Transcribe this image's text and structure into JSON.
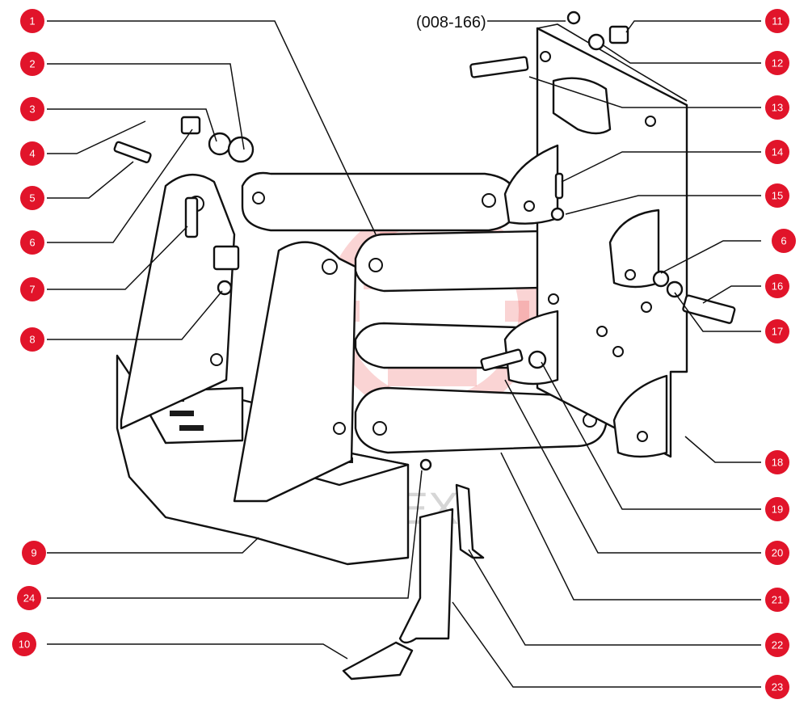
{
  "reference_label": "(008-166)",
  "watermark_text": "ИНТЕХ",
  "colors": {
    "callout": "#e1142a",
    "watermark": "#e83a3a",
    "line": "#111111"
  },
  "callouts": [
    {
      "id": "1",
      "label": "1"
    },
    {
      "id": "2",
      "label": "2"
    },
    {
      "id": "3",
      "label": "3"
    },
    {
      "id": "4",
      "label": "4"
    },
    {
      "id": "5",
      "label": "5"
    },
    {
      "id": "6a",
      "label": "6"
    },
    {
      "id": "6b",
      "label": "6"
    },
    {
      "id": "7",
      "label": "7"
    },
    {
      "id": "8",
      "label": "8"
    },
    {
      "id": "9",
      "label": "9"
    },
    {
      "id": "10",
      "label": "10"
    },
    {
      "id": "11",
      "label": "11"
    },
    {
      "id": "12",
      "label": "12"
    },
    {
      "id": "13",
      "label": "13"
    },
    {
      "id": "14",
      "label": "14"
    },
    {
      "id": "15",
      "label": "15"
    },
    {
      "id": "16",
      "label": "16"
    },
    {
      "id": "17",
      "label": "17"
    },
    {
      "id": "18",
      "label": "18"
    },
    {
      "id": "19",
      "label": "19"
    },
    {
      "id": "20",
      "label": "20"
    },
    {
      "id": "21",
      "label": "21"
    },
    {
      "id": "22",
      "label": "22"
    },
    {
      "id": "23",
      "label": "23"
    },
    {
      "id": "24",
      "label": "24"
    }
  ]
}
